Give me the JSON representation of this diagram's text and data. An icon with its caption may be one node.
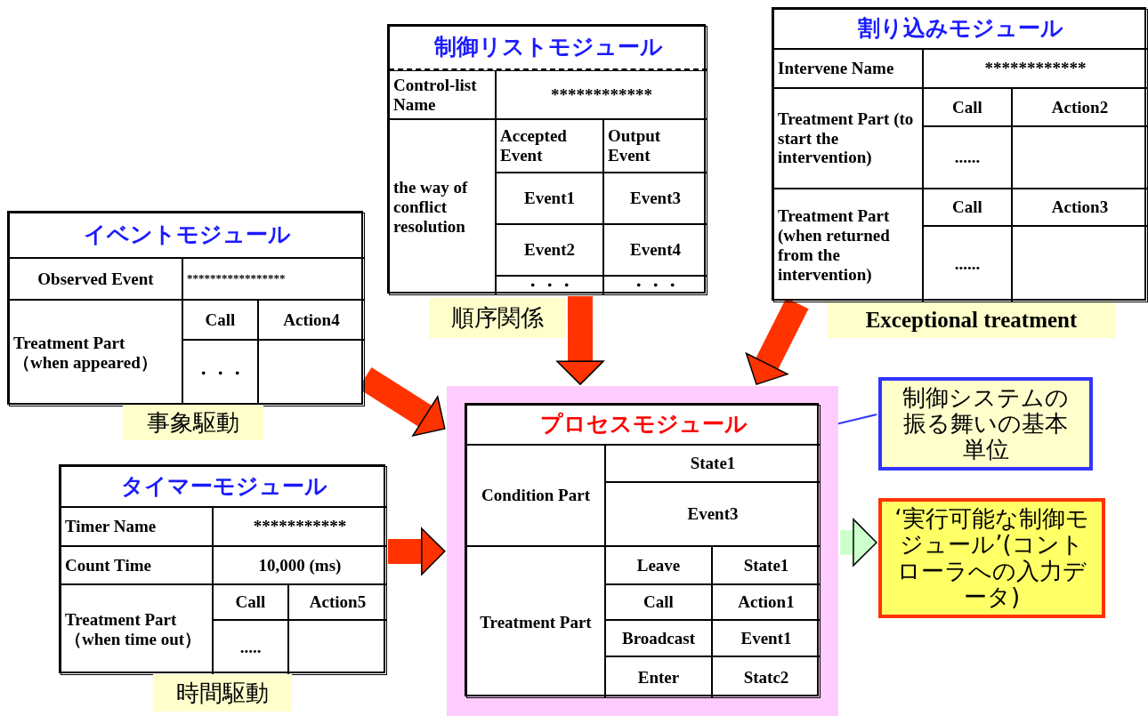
{
  "diagram": {
    "nodes": [
      {
        "text": [
          "イベントモジュール",
          "Observed Event",
          "*****************",
          "Treatment Part （when appeared）",
          "Call",
          "Action4",
          "・・・"
        ],
        "beside": [
          "事象駆動"
        ]
      },
      {
        "text": [
          "制御リストモジュール",
          "Control-list Name",
          "************",
          "the way of conflict resolution",
          "Accepted Event",
          "Output Event",
          "Event1",
          "Event3",
          "Event2",
          "Event4",
          "・・・",
          "・・・"
        ],
        "beside": [
          "順序関係"
        ]
      },
      {
        "text": [
          "割り込みモジュール",
          "Intervene Name",
          "************",
          "Treatment Part (to start the intervention)",
          "Call",
          "Action2",
          "......",
          "Treatment Part (when returned from the intervention)",
          "Call",
          "Action3",
          "......"
        ],
        "beside": [
          "Exceptional treatment"
        ]
      },
      {
        "text": [
          "タイマーモジュール",
          "Timer Name",
          "***********",
          "Count Time",
          "10,000 (ms)",
          "Treatment Part（when time out）",
          "Call",
          "Action5",
          "....."
        ],
        "beside": [
          "時間駆動"
        ]
      },
      {
        "text": [],
        "shape": "box"
      },
      {
        "text": [
          "プロセスモジュール",
          "Condition Part",
          "State1",
          "Event3",
          "Treatment Part",
          "Leave",
          "State1",
          "Call",
          "Action1",
          "Broadcast",
          "Event1",
          "Enter",
          "Statc2"
        ],
        "in": 4
      },
      {
        "text": [
          "制御システムの振る舞いの基本単位"
        ]
      },
      {
        "text": [
          "‘実行可能な制御モジュール’(コントローラへの入力データ)"
        ]
      }
    ],
    "edges": [
      {
        "from": 0,
        "to": 4,
        "arrow": "to"
      },
      {
        "from": 1,
        "to": 4,
        "arrow": "to"
      },
      {
        "from": 2,
        "to": 4,
        "arrow": "to"
      },
      {
        "from": 3,
        "to": 4,
        "arrow": "to"
      },
      {
        "from": 4,
        "to": 7,
        "arrow": "to",
        "color": "#ccffcc"
      },
      {
        "from": 6,
        "to": 5,
        "arrow": "to",
        "color": "#3333ff"
      }
    ]
  }
}
